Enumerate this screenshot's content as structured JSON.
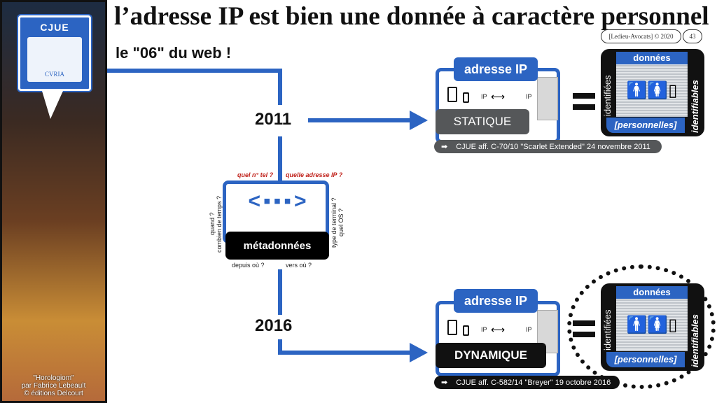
{
  "title": "l’adresse IP est bien une donnée à caractère personnel",
  "subtitle": "le \"06\" du web !",
  "footer_credit": "[Ledieu-Avocats] © 2020",
  "page_number": "43",
  "comic": {
    "badge": "CJUE",
    "seal_text": "CVRIA",
    "credit": [
      "\"Horologiom\"",
      "par Fabrice Lebeault",
      "© éditions Delcourt"
    ]
  },
  "timeline": {
    "year_1": "2011",
    "year_2": "2016"
  },
  "metadata": {
    "label": "métadonnées",
    "q_top_left": "quel n° tel ?",
    "q_top_right": "quelle adresse IP ?",
    "q_left_1": "quand ?",
    "q_left_2": "combien de temps ?",
    "q_right_1": "type de terminal ?",
    "q_right_2": "quel OS ?",
    "q_bottom_left": "depuis où ?",
    "q_bottom_right": "vers où ?"
  },
  "cases": [
    {
      "ip_header": "adresse IP",
      "ip_left": "IP",
      "ip_right": "IP",
      "mode": "STATIQUE",
      "data_header": "données",
      "data_left": "identifiées",
      "data_right": "identifiables",
      "data_footer": "[personnelles]",
      "caption": "CJUE aff. C-70/10 \"Scarlet Extended\" 24 novembre 2011"
    },
    {
      "ip_header": "adresse IP",
      "ip_left": "IP",
      "ip_right": "IP",
      "mode": "DYNAMIQUE",
      "data_header": "données",
      "data_left": "identifiées",
      "data_right": "identifiables",
      "data_footer": "[personnelles]",
      "caption": "CJUE aff. C-582/14 \"Breyer\" 19 octobre 2016"
    }
  ],
  "colors": {
    "accent": "#2c64c2",
    "static": "#555759",
    "dynamic": "#111111",
    "question": "#c0221b"
  }
}
